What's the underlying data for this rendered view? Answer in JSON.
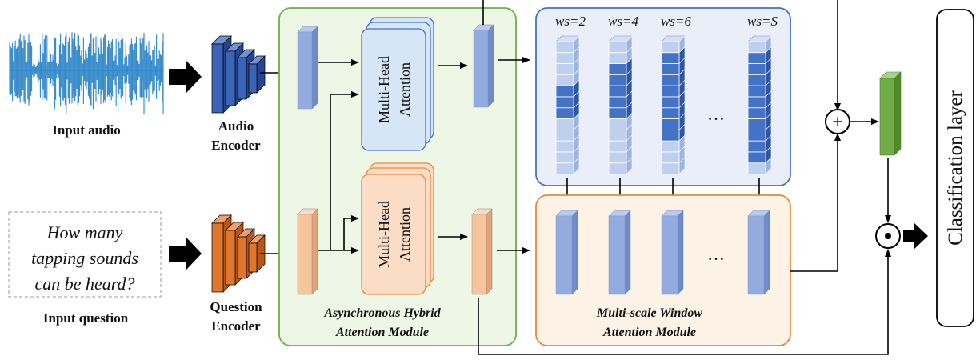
{
  "inputs": {
    "audio_label": "Input audio",
    "question_text": [
      "How many",
      "tapping sounds",
      "can be heard?"
    ],
    "question_label": "Input question"
  },
  "encoders": {
    "audio": [
      "Audio",
      "Encoder"
    ],
    "question": [
      "Question",
      "Encoder"
    ]
  },
  "hybrid_module": {
    "title": [
      "Asynchronous Hybrid",
      "Attention Module"
    ],
    "attention_label": [
      "Multi-Head",
      "Attention"
    ]
  },
  "window_module": {
    "title": [
      "Multi-scale Window",
      "Attention Module"
    ],
    "window_sizes": [
      "ws=2",
      "ws=4",
      "ws=6",
      "ws=S"
    ],
    "ellipsis": "…"
  },
  "operators": {
    "add": "+",
    "multiply": "⊙"
  },
  "classification": "Classification layer",
  "colors": {
    "audio_blue": "#4472c4",
    "light_blue": "#9db3e0",
    "question_orange": "#e0762e",
    "light_orange": "#f8c49c",
    "green": "#70ad47",
    "hybrid_border": "#70ad47",
    "window_blue_border": "#4472c4",
    "window_orange_border": "#e58a3a"
  }
}
